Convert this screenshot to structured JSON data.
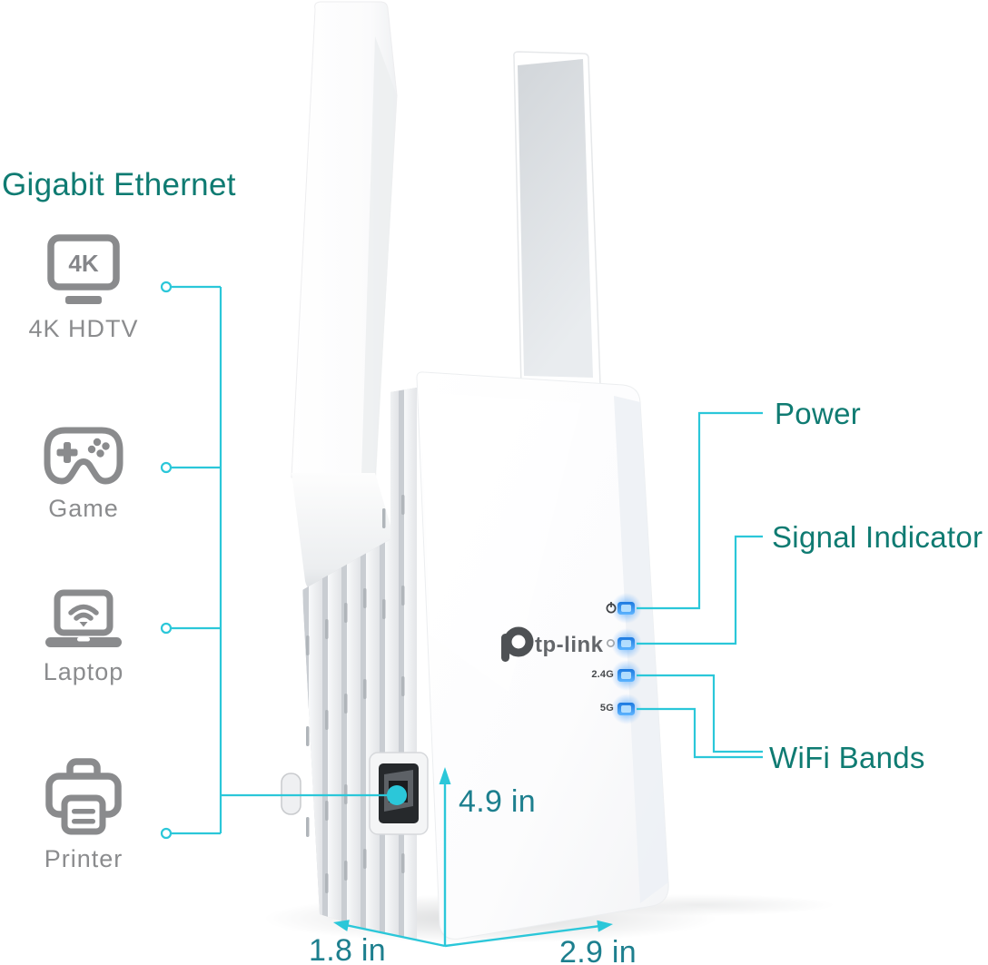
{
  "heading": {
    "label": "Gigabit Ethernet"
  },
  "left_devices": [
    {
      "label": "4K HDTV",
      "badge": "4K",
      "icon": "tv-4k-icon"
    },
    {
      "label": "Game",
      "icon": "gamepad-icon"
    },
    {
      "label": "Laptop",
      "icon": "laptop-wifi-icon"
    },
    {
      "label": "Printer",
      "icon": "printer-icon"
    }
  ],
  "callouts": {
    "power": "Power",
    "signal": "Signal Indicator",
    "wifi_bands": "WiFi Bands"
  },
  "device": {
    "brand": "tp-link",
    "led_labels": {
      "band_24": "2.4G",
      "band_5": "5G"
    },
    "led_icons": [
      "power-icon",
      "signal-icon"
    ]
  },
  "dimensions": {
    "height": "4.9 in",
    "depth": "1.8 in",
    "width": "2.9 in"
  },
  "colors": {
    "teal_label": "#0f7b72",
    "teal_dimension": "#1d7f8e",
    "cyan_line": "#2bc7d9",
    "icon_gray": "#8a8b8d",
    "led_blue": "#2f8fe8"
  }
}
